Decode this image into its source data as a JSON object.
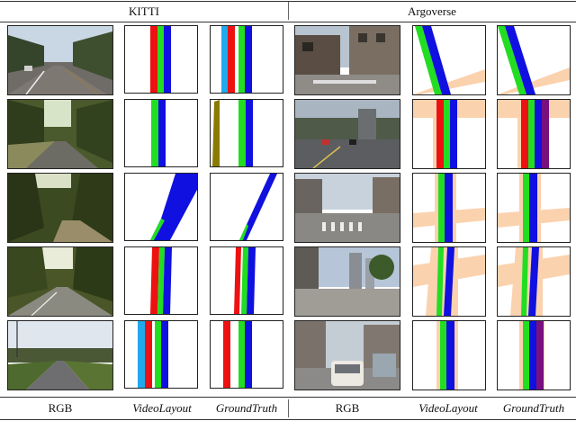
{
  "headers": {
    "kitti": "KITTI",
    "argoverse": "Argoverse"
  },
  "column_captions": {
    "kitti_rgb": "RGB",
    "kitti_videolayout": "VideoLayout",
    "kitti_groundtruth": "GroundTruth",
    "argo_rgb": "RGB",
    "argo_videolayout": "VideoLayout",
    "argo_groundtruth": "GroundTruth"
  },
  "colors": {
    "lane_blue": "#1010e0",
    "lane_green": "#22dd22",
    "lane_red": "#ee1111",
    "lane_cyan": "#20aaee",
    "lane_purple": "#7a1080",
    "lane_olive": "#8a7a00",
    "crosswalk_peach": "#fbd2ae"
  }
}
